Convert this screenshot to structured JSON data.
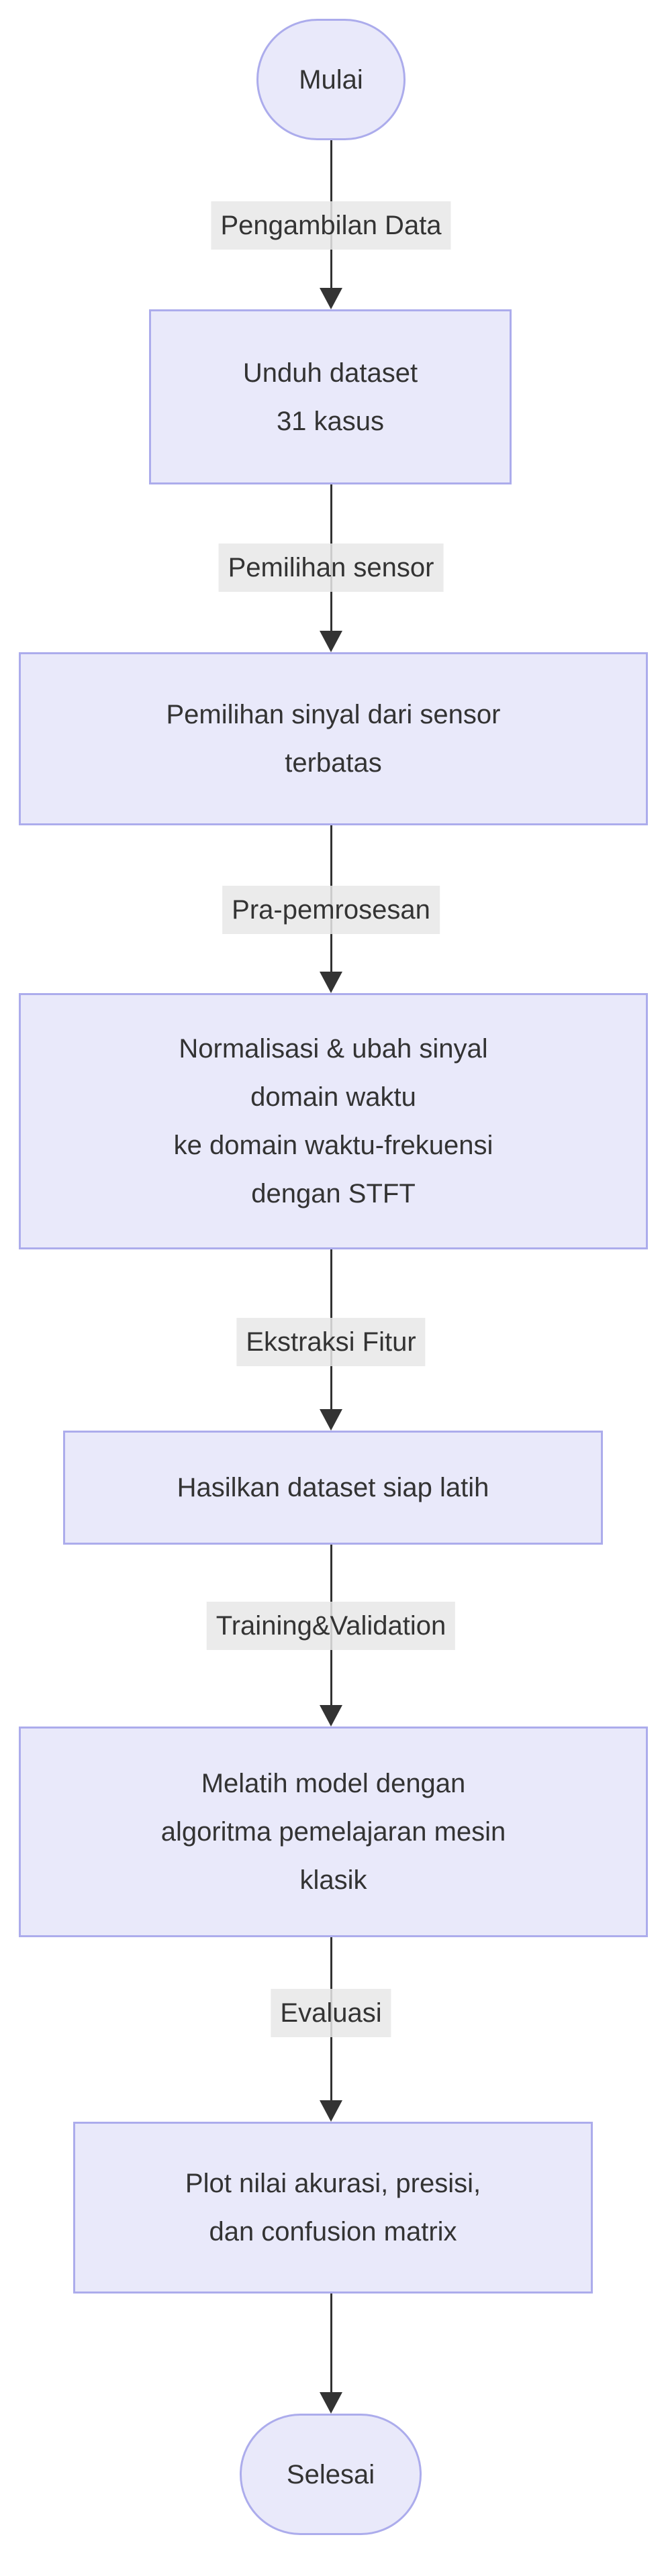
{
  "diagram": {
    "type": "flowchart",
    "direction": "top-down",
    "colors": {
      "node_fill": "#E9E9FA",
      "node_stroke": "#ACACEC",
      "arrow_color": "#333333",
      "text_color": "#333333",
      "edge_label_bg": "#E8E8E8"
    },
    "nodes": [
      {
        "id": "start",
        "shape": "stadium",
        "lines": [
          "Mulai"
        ]
      },
      {
        "id": "download",
        "shape": "rect",
        "lines": [
          "Unduh dataset",
          "31 kasus"
        ]
      },
      {
        "id": "sensor-select",
        "shape": "rect",
        "lines": [
          "Pemilihan sinyal dari sensor",
          "terbatas"
        ]
      },
      {
        "id": "preprocess",
        "shape": "rect",
        "lines": [
          "Normalisasi & ubah sinyal",
          "domain waktu",
          "ke domain waktu-frekuensi",
          "dengan STFT"
        ]
      },
      {
        "id": "dataset-ready",
        "shape": "rect",
        "lines": [
          "Hasilkan dataset siap latih"
        ]
      },
      {
        "id": "train-model",
        "shape": "rect",
        "lines": [
          "Melatih model dengan",
          "algoritma pemelajaran mesin",
          "klasik"
        ]
      },
      {
        "id": "plot-results",
        "shape": "rect",
        "lines": [
          "Plot nilai akurasi, presisi,",
          "dan confusion matrix"
        ]
      },
      {
        "id": "end",
        "shape": "stadium",
        "lines": [
          "Selesai"
        ]
      }
    ],
    "edges": [
      {
        "from": "start",
        "to": "download",
        "label": "Pengambilan Data"
      },
      {
        "from": "download",
        "to": "sensor-select",
        "label": "Pemilihan sensor"
      },
      {
        "from": "sensor-select",
        "to": "preprocess",
        "label": "Pra-pemrosesan"
      },
      {
        "from": "preprocess",
        "to": "dataset-ready",
        "label": "Ekstraksi Fitur"
      },
      {
        "from": "dataset-ready",
        "to": "train-model",
        "label": "Training&Validation"
      },
      {
        "from": "train-model",
        "to": "plot-results",
        "label": "Evaluasi"
      },
      {
        "from": "plot-results",
        "to": "end",
        "label": ""
      }
    ]
  }
}
